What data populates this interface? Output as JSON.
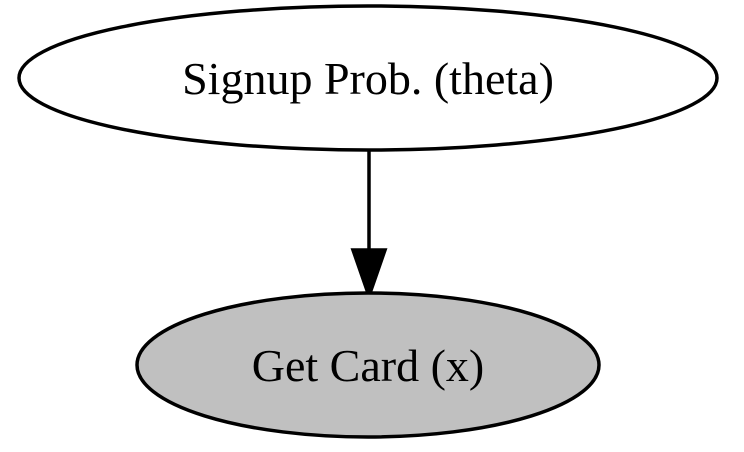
{
  "nodes": [
    {
      "id": "theta",
      "label": "Signup Prob. (theta)",
      "fill": "#ffffff",
      "stroke": "#000000",
      "observed": false
    },
    {
      "id": "x",
      "label": "Get Card (x)",
      "fill": "#c0c0c0",
      "stroke": "#000000",
      "observed": true
    }
  ],
  "edges": [
    {
      "from": "theta",
      "to": "x",
      "color": "#000000"
    }
  ]
}
